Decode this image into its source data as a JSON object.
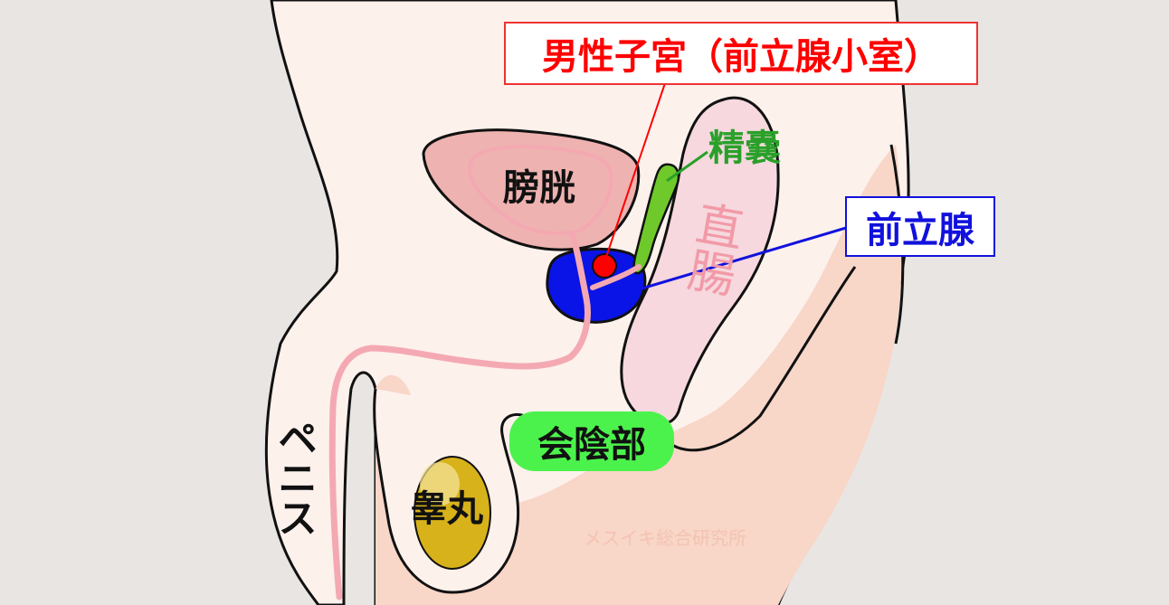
{
  "labels": {
    "uterus_male": "男性子宮（前立腺小室）",
    "seminal_vesicle": "精嚢",
    "bladder": "膀胱",
    "prostate": "前立腺",
    "rectum": "直腸",
    "perineum": "会陰部",
    "penis": "ペニス",
    "testis": "睾丸",
    "watermark": "メスイキ総合研究所"
  },
  "colors": {
    "background": "#e9e5e3",
    "skin_light": "#fdf1ec",
    "skin_dark": "#f7d3c4",
    "bladder": "#eeb2b0",
    "urethra": "#f4a9b2",
    "prostate": "#0a14e6",
    "utricle": "#ff0000",
    "seminal_vesicle": "#6fc92a",
    "rectum": "#f6d8de",
    "perineum": "#4cf24c",
    "testis": "#d8b21a",
    "red_label": "#ff0000",
    "blue_label": "#1111dd",
    "green_label": "#2aa02a",
    "rectum_label": "#f29aa8",
    "watermark": "#f4c3b2"
  }
}
